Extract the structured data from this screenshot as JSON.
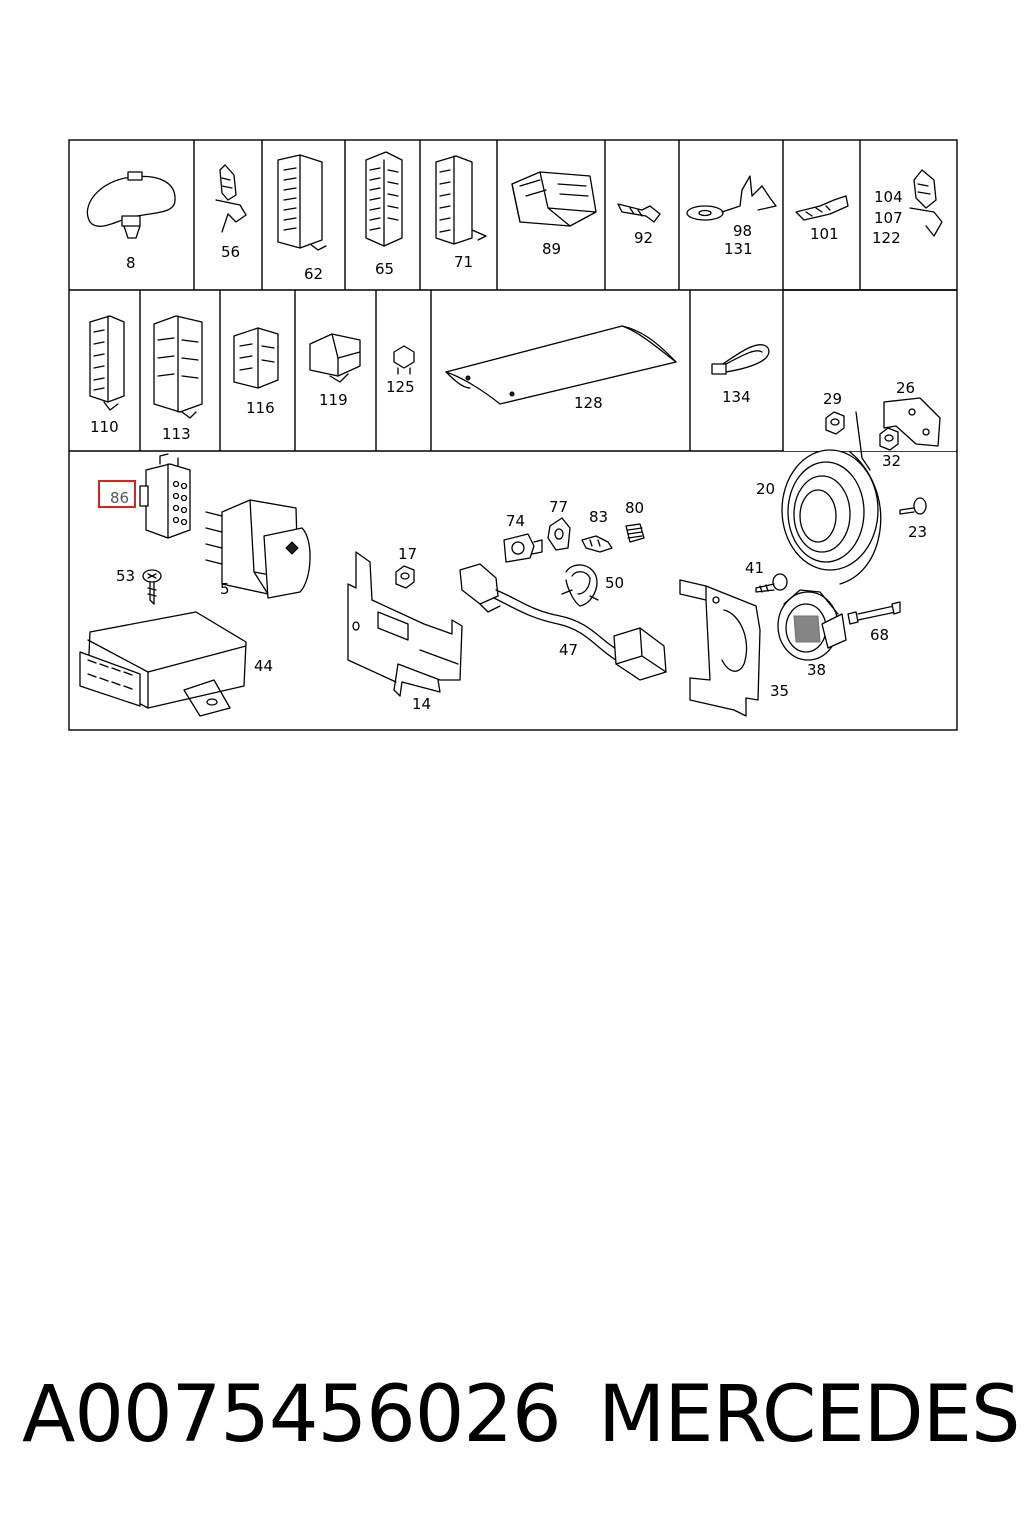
{
  "diagram": {
    "highlighted_part": "86",
    "highlight_color": "#e02020",
    "labels": {
      "p8": "8",
      "p56": "56",
      "p62": "62",
      "p65": "65",
      "p71": "71",
      "p89": "89",
      "p92": "92",
      "p98": "98",
      "p131": "131",
      "p101": "101",
      "p104": "104",
      "p107": "107",
      "p122": "122",
      "p110": "110",
      "p113": "113",
      "p116": "116",
      "p119": "119",
      "p125": "125",
      "p128": "128",
      "p134": "134",
      "p86": "86",
      "p5": "5",
      "p53": "53",
      "p44": "44",
      "p17": "17",
      "p14": "14",
      "p74": "74",
      "p77": "77",
      "p83": "83",
      "p80": "80",
      "p50": "50",
      "p47": "47",
      "p29": "29",
      "p26": "26",
      "p32": "32",
      "p20": "20",
      "p23": "23",
      "p41": "41",
      "p38": "38",
      "p68": "68",
      "p35": "35"
    }
  },
  "footer": {
    "part_number": "A0075456026",
    "brand": "MERCEDES"
  }
}
